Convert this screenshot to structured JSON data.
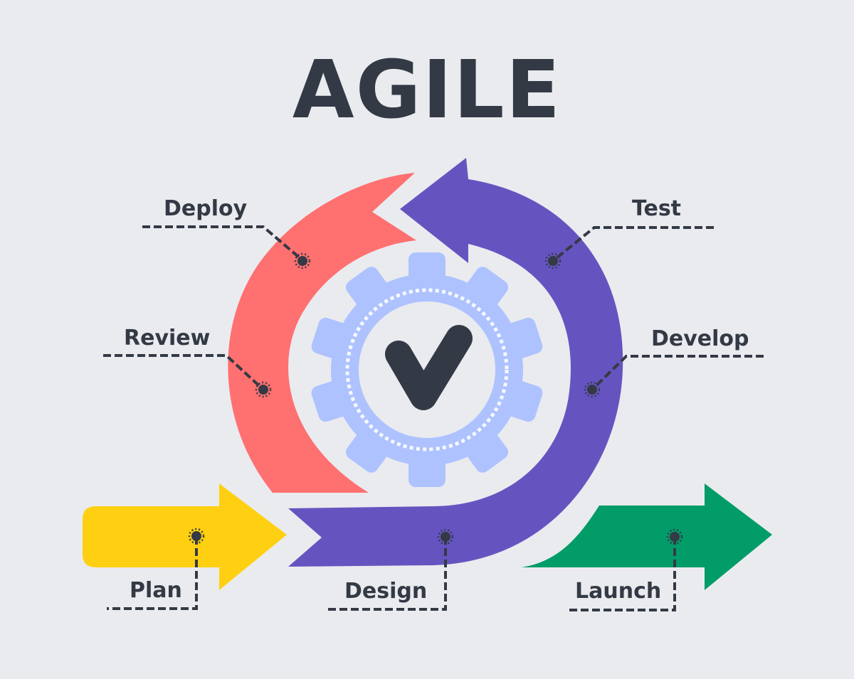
{
  "title": "AGILE",
  "colors": {
    "background": "#eaebef",
    "text": "#333a45",
    "deploy_review_arrow": "#ff7070",
    "cycle_arrow": "#6554c0",
    "plan_arrow": "#ffd011",
    "launch_arrow": "#029c69",
    "gear": "#aec2ff"
  },
  "center_icon": "checkmark-in-gear-icon",
  "stages": [
    {
      "id": "plan",
      "label": "Plan"
    },
    {
      "id": "design",
      "label": "Design"
    },
    {
      "id": "develop",
      "label": "Develop"
    },
    {
      "id": "test",
      "label": "Test"
    },
    {
      "id": "deploy",
      "label": "Deploy"
    },
    {
      "id": "review",
      "label": "Review"
    },
    {
      "id": "launch",
      "label": "Launch"
    }
  ]
}
